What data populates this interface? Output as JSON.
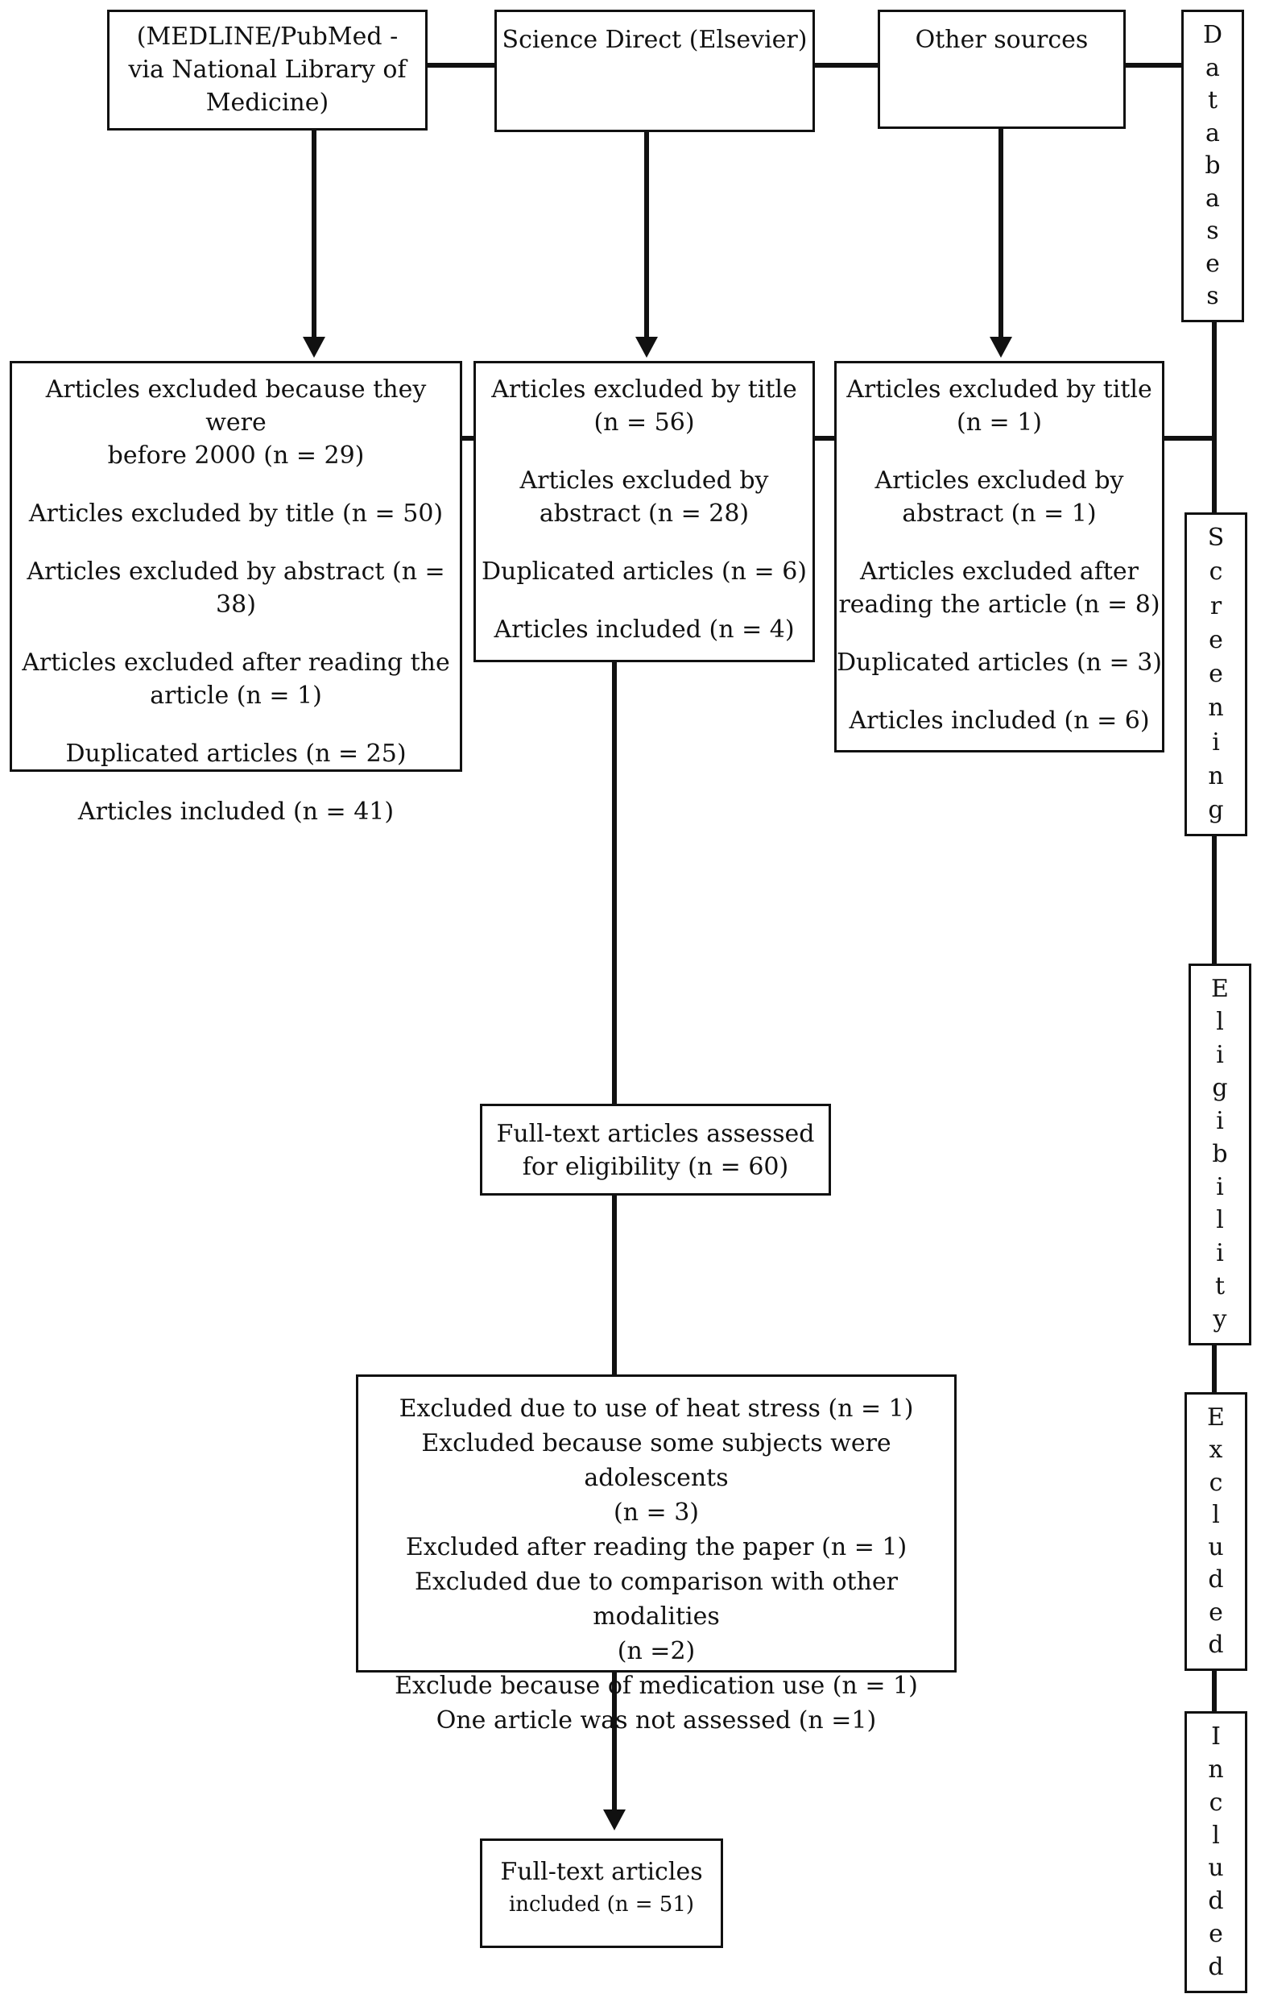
{
  "sources": {
    "medline": [
      "(MEDLINE/PubMed -",
      "via National Library of",
      "Medicine)"
    ],
    "science_direct": [
      "Science Direct (Elsevier)"
    ],
    "other": [
      "Other sources"
    ]
  },
  "screening": {
    "medline": [
      [
        "Articles excluded because they were",
        "before 2000 (n = 29)"
      ],
      [
        "Articles excluded by title (n = 50)"
      ],
      [
        "Articles excluded by abstract (n = 38)"
      ],
      [
        "Articles excluded after reading the",
        "article (n = 1)"
      ],
      [
        "Duplicated articles (n = 25)"
      ],
      [
        "Articles included (n = 41)"
      ]
    ],
    "science_direct": [
      [
        "Articles excluded by title",
        "(n = 56)"
      ],
      [
        "Articles excluded by",
        "abstract (n = 28)"
      ],
      [
        "Duplicated articles (n = 6)"
      ],
      [
        "Articles included (n = 4)"
      ]
    ],
    "other": [
      [
        "Articles excluded by title",
        "(n = 1)"
      ],
      [
        "Articles excluded by",
        "abstract (n = 1)"
      ],
      [
        "Articles excluded after",
        "reading the article (n = 8)"
      ],
      [
        "Duplicated articles (n = 3)"
      ],
      [
        "Articles included (n = 6)"
      ]
    ]
  },
  "eligibility": [
    "Full-text articles assessed",
    "for eligibility (n = 60)"
  ],
  "excluded": [
    "Excluded due to use of heat stress (n = 1)",
    "Excluded because some subjects were adolescents",
    "(n = 3)",
    "Excluded after reading the paper (n = 1)",
    "Excluded due to comparison with other modalities",
    "(n =2)",
    "Exclude because of medication use (n = 1)",
    "One article was not assessed (n =1)"
  ],
  "included": [
    "Full-text articles",
    "included (n = 51)"
  ],
  "stages": {
    "databases": "Databases",
    "screening": "Screening",
    "eligibility": "Eligibility",
    "excluded": "Excluded",
    "included": "Included"
  }
}
